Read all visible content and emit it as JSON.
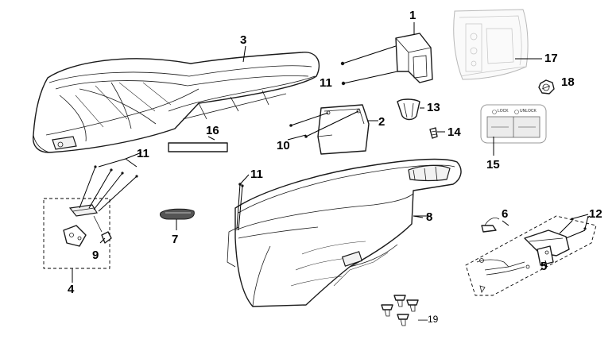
{
  "diagram": {
    "callouts": {
      "c1": "1",
      "c2": "2",
      "c3": "3",
      "c4": "4",
      "c5": "5",
      "c6": "6",
      "c7": "7",
      "c8": "8",
      "c9": "9",
      "c10": "10",
      "c11a": "11",
      "c11b": "11",
      "c11c": "11",
      "c12": "12",
      "c13": "13",
      "c14": "14",
      "c15": "15",
      "c16": "16",
      "c17": "17",
      "c18": "18",
      "c19": "—19"
    },
    "switch_panel": {
      "lock_label": "LOCK",
      "unlock_label": "UNLOCK"
    }
  }
}
